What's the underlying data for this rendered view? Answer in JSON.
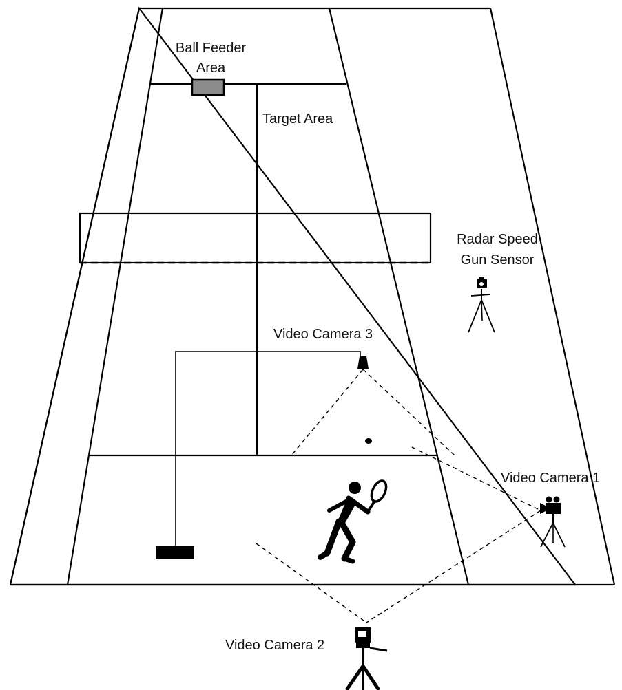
{
  "labels": {
    "ball_feeder": [
      "Ball Feeder",
      "Area"
    ],
    "target_area": "Target Area",
    "radar": [
      "Radar Speed",
      "Gun Sensor"
    ],
    "camera3": "Video Camera 3",
    "camera1": "Video Camera 1",
    "camera2": "Video Camera 2"
  },
  "icons": {
    "radar": "radar-speed-gun-on-tripod-icon",
    "camera1": "video-camera-on-tripod-icon",
    "camera2": "video-camera-on-tripod-icon",
    "camera3": "overhead-camera-icon",
    "player": "tennis-player-icon",
    "feeder": "ball-feeder-box-icon",
    "ball": "tennis-ball-icon"
  },
  "colors": {
    "lines": "#000000",
    "feeder_fill": "#8c8c8c",
    "background": "#ffffff"
  }
}
